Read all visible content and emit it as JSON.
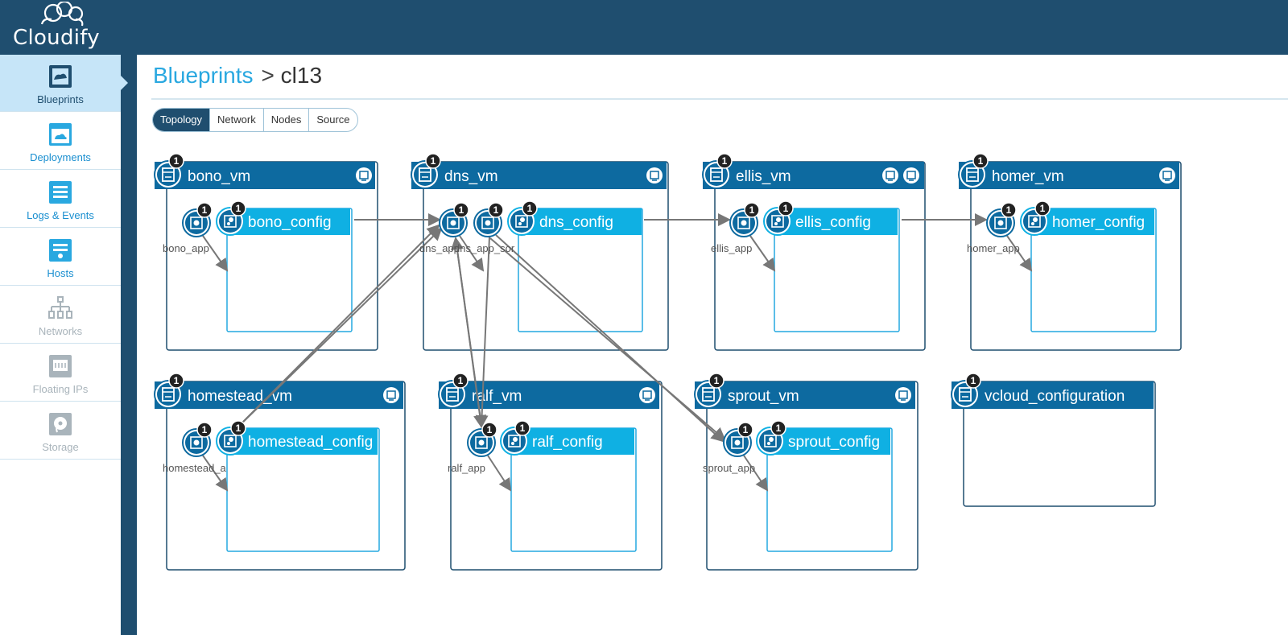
{
  "app": {
    "brand": "Cloudify"
  },
  "sidebar": {
    "items": [
      {
        "label": "Blueprints",
        "icon": "blueprints-icon",
        "state": "active"
      },
      {
        "label": "Deployments",
        "icon": "deployments-icon",
        "state": "enabled"
      },
      {
        "label": "Logs & Events",
        "icon": "logs-icon",
        "state": "enabled"
      },
      {
        "label": "Hosts",
        "icon": "hosts-icon",
        "state": "enabled"
      },
      {
        "label": "Networks",
        "icon": "networks-icon",
        "state": "disabled"
      },
      {
        "label": "Floating IPs",
        "icon": "floating-ips-icon",
        "state": "disabled"
      },
      {
        "label": "Storage",
        "icon": "storage-icon",
        "state": "disabled"
      }
    ]
  },
  "breadcrumb": {
    "root": "Blueprints",
    "separator": ">",
    "current": "cl13"
  },
  "tabs": [
    {
      "label": "Topology",
      "active": true
    },
    {
      "label": "Network",
      "active": false
    },
    {
      "label": "Nodes",
      "active": false
    },
    {
      "label": "Source",
      "active": false
    }
  ],
  "topology": {
    "instances_badge": "1",
    "hosts": [
      {
        "name": "bono_vm",
        "app": "bono_app",
        "config": "bono_config"
      },
      {
        "name": "dns_vm",
        "app": "dns_app",
        "app2": "dns_app_sor",
        "config": "dns_config"
      },
      {
        "name": "ellis_vm",
        "app": "ellis_app",
        "config": "ellis_config"
      },
      {
        "name": "homer_vm",
        "app": "homer_app",
        "config": "homer_config"
      },
      {
        "name": "homestead_vm",
        "app": "homestead_a",
        "config": "homestead_config"
      },
      {
        "name": "ralf_vm",
        "app": "ralf_app",
        "config": "ralf_config"
      },
      {
        "name": "sprout_vm",
        "app": "sprout_app",
        "config": "sprout_config"
      },
      {
        "name": "vcloud_configuration"
      }
    ]
  },
  "colors": {
    "header_bg": "#1f4e6f",
    "vm_title_bg": "#0d6aa0",
    "config_title_bg": "#0fb0e3",
    "box_border": "#1f4e6f",
    "inner_border": "#25a9e0",
    "edge": "#777777"
  }
}
